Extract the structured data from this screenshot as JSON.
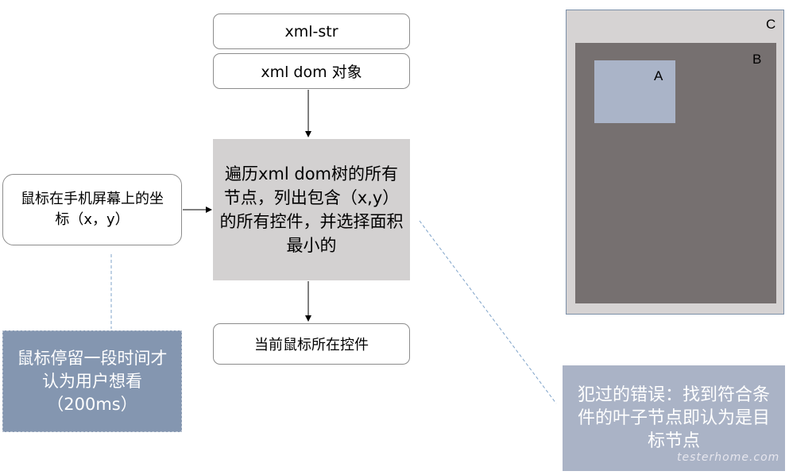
{
  "flow": {
    "xml_str": "xml-str",
    "xml_dom": "xml dom 对象",
    "traverse": "遍历xml dom树的所有节点，列出包含（x,y）的所有控件，并选择面积最小的",
    "mouse_coords": "鼠标在手机屏幕上的坐标（x，y）",
    "current_control": "当前鼠标所在控件"
  },
  "notes": {
    "hover": "鼠标停留一段时间才认为用户想看（200ms）",
    "mistake": "犯过的错误：找到符合条件的叶子节点即认为是目标节点"
  },
  "screen": {
    "label_c": "C",
    "label_b": "B",
    "label_a": "A"
  },
  "watermark": "testerhome.com",
  "colors": {
    "process_fill": "#d3d1d1",
    "hover_note_fill": "#8496b0",
    "mistake_note_fill": "#aab3c6",
    "screen_c": "#d6d3d3",
    "screen_b": "#767070",
    "screen_a": "#aab4c8",
    "dashed_connector": "#7fa3c9"
  }
}
